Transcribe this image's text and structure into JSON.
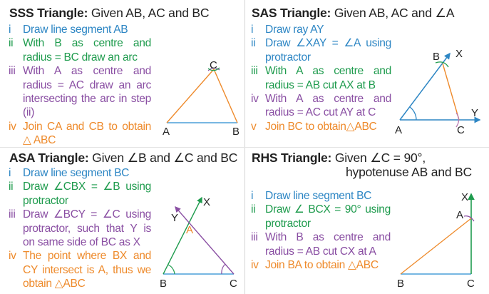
{
  "colors": {
    "blue": "#2d86c4",
    "green": "#1e9b4d",
    "purple": "#8a4fa3",
    "orange": "#ee8a2b",
    "text": "#222222"
  },
  "sss": {
    "title_bold": "SSS Triangle:",
    "title_rest": " Given AB, AC and BC",
    "steps": [
      {
        "num": "i",
        "text": "Draw line segment AB"
      },
      {
        "num": "ii",
        "text": "With B as centre and radius = BC draw an arc"
      },
      {
        "num": "iii",
        "text": "With A as centre and radius = AC draw an arc intersecting the arc in step (ii)"
      },
      {
        "num": "iv",
        "text": "Join CA and CB to obtain △ ABC"
      }
    ],
    "figure": {
      "labels": {
        "A": "A",
        "B": "B",
        "C": "C"
      }
    }
  },
  "sas": {
    "title_bold": "SAS Triangle:",
    "title_rest": " Given AB, AC and ∠A",
    "steps": [
      {
        "num": "i",
        "text": "Draw ray AY"
      },
      {
        "num": "ii",
        "text": "Draw ∠XAY = ∠A using protractor"
      },
      {
        "num": "iii",
        "text": "With A as centre and radius = AB cut AX at B"
      },
      {
        "num": "iv",
        "text": "With A as centre and radius = AC cut AY at C"
      },
      {
        "num": "v",
        "text": "Join BC to obtain△ABC"
      }
    ],
    "figure": {
      "labels": {
        "A": "A",
        "B": "B",
        "C": "C",
        "X": "X",
        "Y": "Y"
      }
    }
  },
  "asa": {
    "title_bold": "ASA Triangle:",
    "title_rest": " Given ∠B and ∠C and BC",
    "steps": [
      {
        "num": "i",
        "text": "Draw line segment BC"
      },
      {
        "num": "ii",
        "text": "Draw ∠CBX = ∠B using protractor"
      },
      {
        "num": "iii",
        "text": "Draw ∠BCY = ∠C using protractor, such that Y is on same side of BC as X"
      },
      {
        "num": "iv",
        "text": "The point where BX and CY intersect is A, thus we obtain △ABC"
      }
    ],
    "figure": {
      "labels": {
        "A": "A",
        "B": "B",
        "C": "C",
        "X": "X",
        "Y": "Y"
      }
    }
  },
  "rhs": {
    "title_bold": "RHS Triangle:",
    "title_rest": " Given ∠C = 90°,",
    "title_line2": "hypotenuse AB and BC",
    "steps": [
      {
        "num": "i",
        "text": "Draw line segment BC"
      },
      {
        "num": "ii",
        "text": "Draw ∠ BCX = 90° using protractor"
      },
      {
        "num": "iii",
        "text": "With B as centre and radius = AB cut CX at A"
      },
      {
        "num": "iv",
        "text": "Join BA to obtain △ABC"
      }
    ],
    "figure": {
      "labels": {
        "A": "A",
        "B": "B",
        "C": "C",
        "X": "X"
      }
    }
  }
}
